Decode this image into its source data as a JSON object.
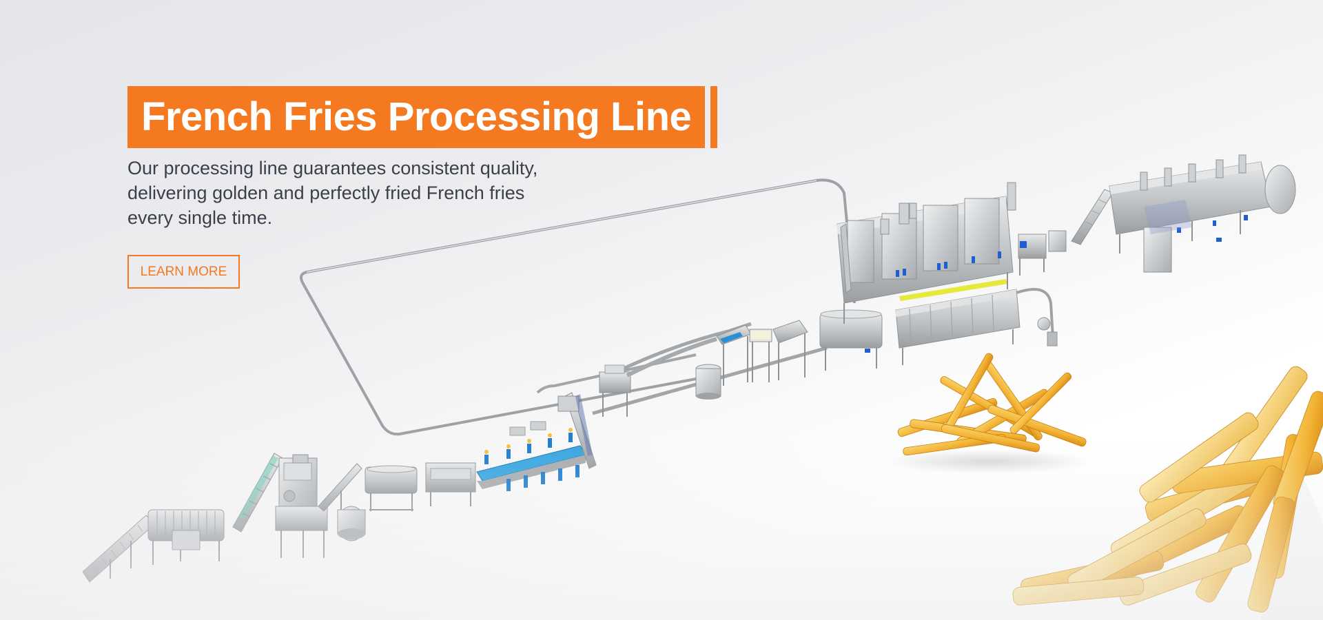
{
  "hero": {
    "title": "French Fries Processing Line",
    "subtitle_lines": [
      "Our processing line guarantees consistent quality,",
      "delivering golden and perfectly fried French fries",
      "every single time."
    ],
    "cta_label": "LEARN MORE"
  },
  "colors": {
    "accent": "#f47920",
    "text": "#3a3f4a",
    "machine": "#b9bcbf",
    "machine_dark": "#8f9396",
    "conveyor_blue": "#2c8fd6",
    "fries": "#f2b132"
  },
  "images": {
    "processing_line": "processing-line-illustration",
    "fries": "french-fries-image"
  }
}
